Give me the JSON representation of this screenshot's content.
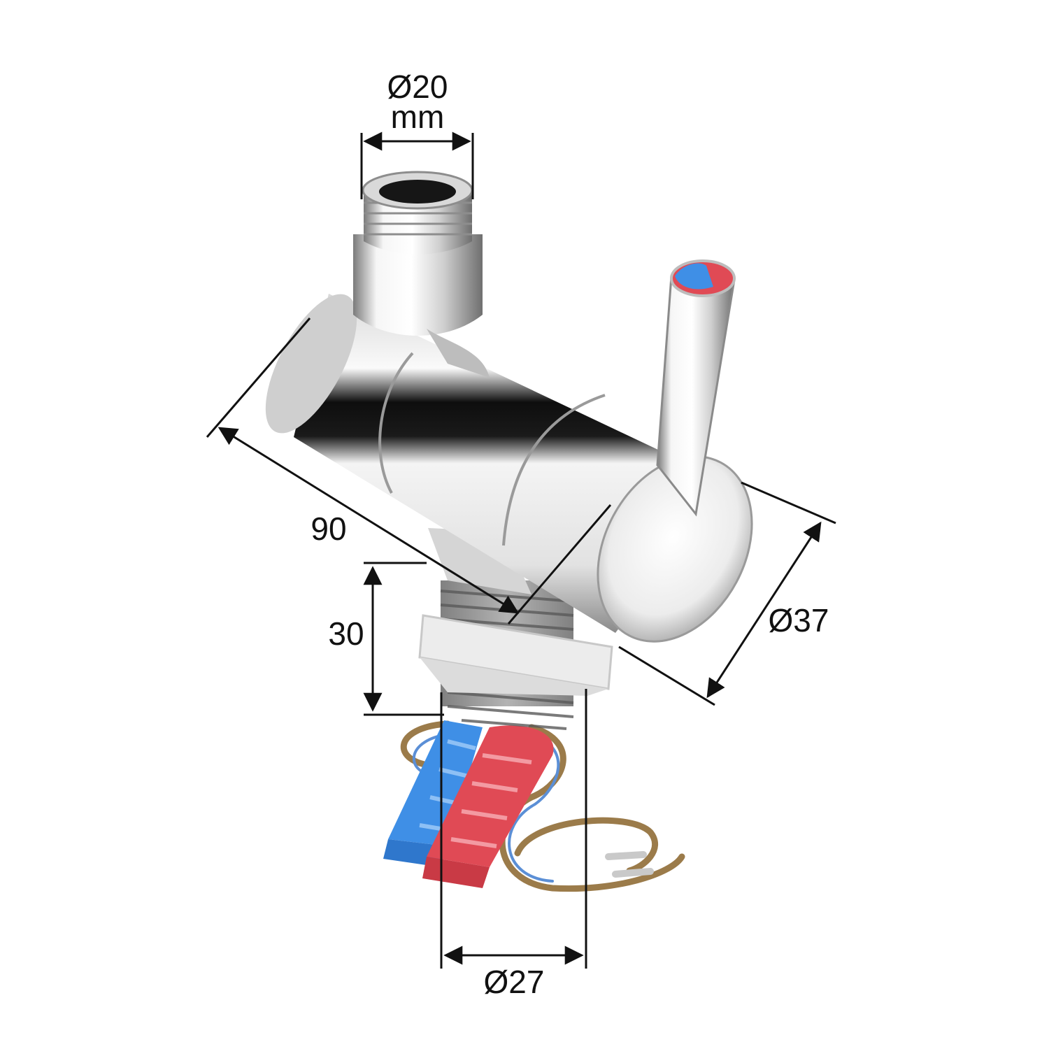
{
  "diagram": {
    "subject": "mixer-valve-with-lever-handle",
    "dimensions": {
      "top_inlet_diameter": "Ø20",
      "top_inlet_unit": "mm",
      "body_length": "90",
      "body_diameter": "Ø37",
      "shank_height": "30",
      "shank_diameter": "Ø27"
    }
  },
  "colors": {
    "chrome_light": "#f4f4f4",
    "chrome_dark": "#0d0d0d",
    "hot_red": "#e04a55",
    "cold_blue": "#3f8fe6",
    "wire_brown": "#9b7b4a",
    "wire_blue": "#5b8fd6",
    "dimension_line": "#111111"
  }
}
